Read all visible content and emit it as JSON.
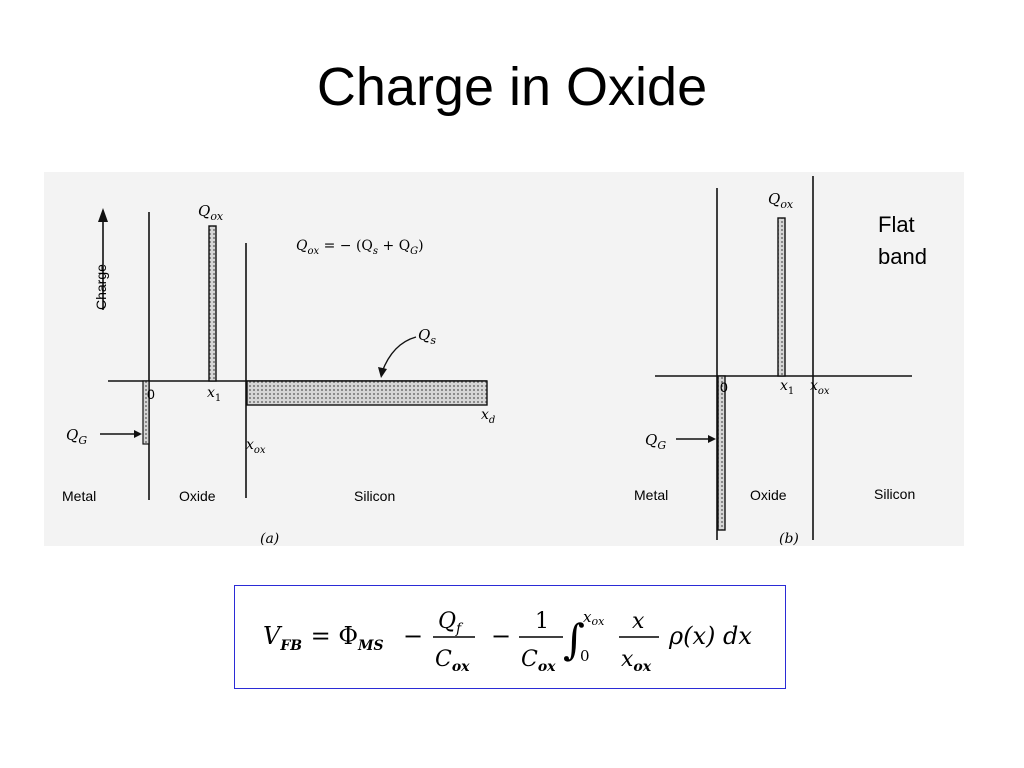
{
  "slide": {
    "title": "Charge in Oxide"
  },
  "diagram_a": {
    "axis_label": "Charge",
    "qox_label": "Q",
    "qox_sub": "ox",
    "relation": {
      "lhs": "Q",
      "lhs_sub": "ox",
      "eq": " = − (Q",
      "qs_sub": "s",
      "plus": " + Q",
      "qg_sub": "G",
      "close": ")"
    },
    "qs_label": "Q",
    "qs_sub": "s",
    "qg_label": "Q",
    "qg_sub": "G",
    "zero": "0",
    "x1": "x",
    "x1_sub": "1",
    "xox": "x",
    "xox_sub": "ox",
    "xd": "x",
    "xd_sub": "d",
    "region_metal": "Metal",
    "region_oxide": "Oxide",
    "region_silicon": "Silicon",
    "caption": "(a)"
  },
  "diagram_b": {
    "qox_label": "Q",
    "qox_sub": "ox",
    "qg_label": "Q",
    "qg_sub": "G",
    "zero": "0",
    "x1": "x",
    "x1_sub": "1",
    "xox": "x",
    "xox_sub": "ox",
    "region_metal": "Metal",
    "region_oxide": "Oxide",
    "region_silicon": "Silicon",
    "caption": "(b)",
    "note_line1": "Flat",
    "note_line2": "band"
  },
  "formula": {
    "lhs": "V",
    "lhs_sub": "FB",
    "eq": " = Φ",
    "phi_sub": "MS",
    "minus1": "−",
    "frac1_num": "Q",
    "frac1_num_sub": "f",
    "frac1_den": "C",
    "frac1_den_sub": "ox",
    "minus2": "−",
    "frac2_num": "1",
    "frac2_den": "C",
    "frac2_den_sub": "ox",
    "integral": "∫",
    "int_upper": "x",
    "int_upper_sub": "ox",
    "int_lower": "0",
    "frac3_num": "x",
    "frac3_den": "x",
    "frac3_den_sub": "ox",
    "tail": "ρ(x) dx"
  },
  "colors": {
    "figure_bg": "#f3f3f3",
    "stroke": "#111111",
    "fill_dots": "#9a9a9a",
    "formula_border": "#2b2bd6"
  }
}
